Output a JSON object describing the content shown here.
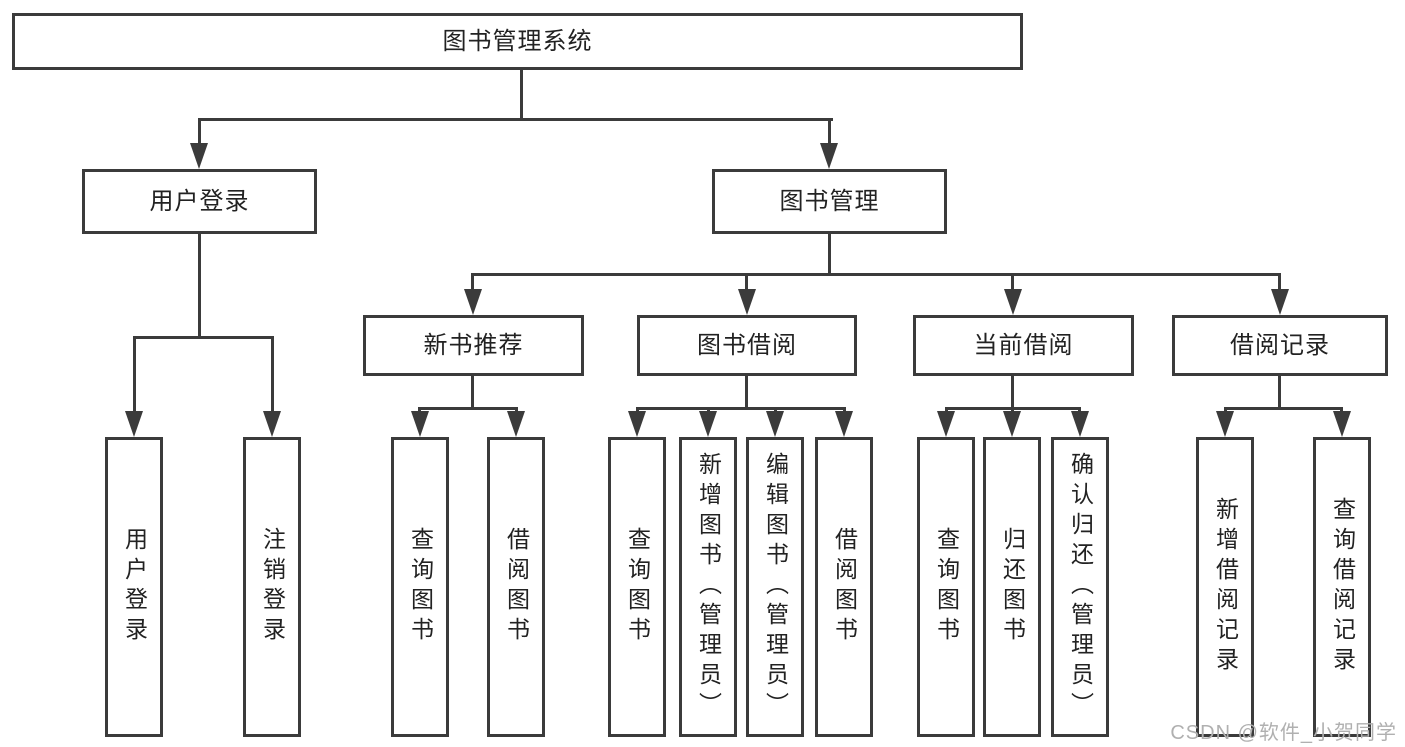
{
  "diagram": {
    "title": "图书管理系统",
    "root": {
      "label": "图书管理系统"
    },
    "level2": [
      {
        "id": "user-login",
        "label": "用户登录"
      },
      {
        "id": "book-management",
        "label": "图书管理"
      }
    ],
    "level3": [
      {
        "id": "new-book-recommend",
        "parent": "图书管理",
        "label": "新书推荐"
      },
      {
        "id": "book-borrow",
        "parent": "图书管理",
        "label": "图书借阅"
      },
      {
        "id": "current-borrow",
        "parent": "图书管理",
        "label": "当前借阅"
      },
      {
        "id": "borrow-records",
        "parent": "图书管理",
        "label": "借阅记录"
      }
    ],
    "leaves": [
      {
        "parent": "用户登录",
        "label": "用户登录"
      },
      {
        "parent": "用户登录",
        "label": "注销登录"
      },
      {
        "parent": "新书推荐",
        "label": "查询图书"
      },
      {
        "parent": "新书推荐",
        "label": "借阅图书"
      },
      {
        "parent": "图书借阅",
        "label": "查询图书"
      },
      {
        "parent": "图书借阅",
        "label": "新增图书（管理员）"
      },
      {
        "parent": "图书借阅",
        "label": "编辑图书（管理员）"
      },
      {
        "parent": "图书借阅",
        "label": "借阅图书"
      },
      {
        "parent": "当前借阅",
        "label": "查询图书"
      },
      {
        "parent": "当前借阅",
        "label": "归还图书"
      },
      {
        "parent": "当前借阅",
        "label": "确认归还（管理员）"
      },
      {
        "parent": "借阅记录",
        "label": "新增借阅记录"
      },
      {
        "parent": "借阅记录",
        "label": "查询借阅记录"
      }
    ],
    "watermark": "CSDN @软件_小贺同学",
    "colors": {
      "line": "#3b3b3b",
      "text": "#222222",
      "box_background": "#ffffff",
      "watermark": "#b0b0b0",
      "background": "#ffffff"
    }
  }
}
